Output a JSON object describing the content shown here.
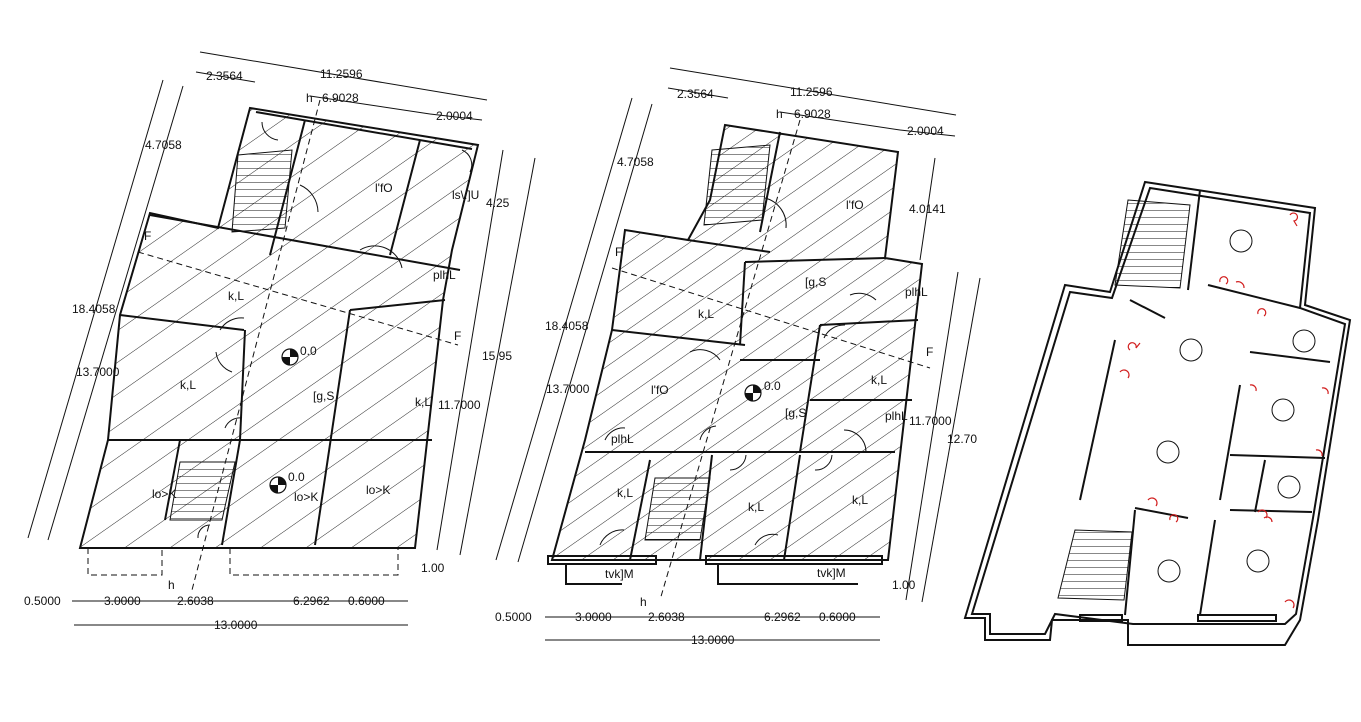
{
  "plans": {
    "left": {
      "dims_top": [
        "11.2596",
        "2.3564",
        "6.9028",
        "2.0004"
      ],
      "dims_left": [
        "4.7058",
        "18.4058",
        "13.7000"
      ],
      "dims_right": [
        "4.25",
        "15.95",
        "11.7000",
        "1.00"
      ],
      "dims_bottom": [
        "0.5000",
        "3.0000",
        "2.6038",
        "6.2962",
        "0.6000",
        "13.0000"
      ],
      "rooms": [
        "l'fO",
        "ls\\.]U",
        "plhL",
        "k,L",
        "k,L",
        "[g,S",
        "k,L",
        "lo>K",
        "lo>K",
        "lo>K"
      ],
      "level_marks": [
        "0.0",
        "0.0"
      ],
      "section_marks": [
        "F",
        "F",
        "h",
        "h"
      ]
    },
    "middle": {
      "dims_top": [
        "11.2596",
        "2.3564",
        "6.9028",
        "2.0004"
      ],
      "dims_left": [
        "4.7058",
        "18.4058",
        "13.7000"
      ],
      "dims_right": [
        "4.0141",
        "11.7000",
        "12.70",
        "1.00"
      ],
      "dims_bottom": [
        "0.5000",
        "3.0000",
        "2.6038",
        "6.2962",
        "0.6000",
        "13.0000"
      ],
      "rooms": [
        "l'fO",
        "[g,S",
        "plhL",
        "k,L",
        "l'fO",
        "k,L",
        "plhL",
        "[g,S",
        "plhL",
        "k,L",
        "k,L",
        "k,L",
        "tvk]M",
        "tvk]M"
      ],
      "level_marks": [
        "0.0"
      ],
      "section_marks": [
        "F",
        "F",
        "h",
        "h"
      ]
    }
  }
}
